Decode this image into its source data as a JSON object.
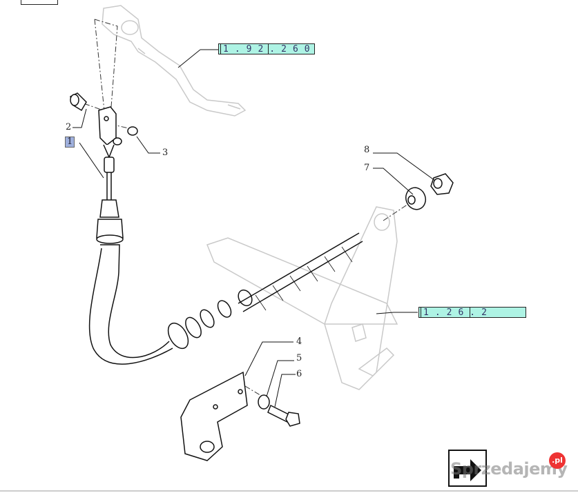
{
  "references": {
    "ref_top": "1.92.260",
    "ref_right": "1.26.2"
  },
  "callouts": {
    "c1": "1",
    "c2": "2",
    "c3": "3",
    "c4": "4",
    "c5": "5",
    "c6": "6",
    "c7": "7",
    "c8": "8"
  },
  "watermark": {
    "text": "Sprzedajemy",
    "suffix": ".pl"
  },
  "colors": {
    "ref_fill": "#aef3e4",
    "selected_callout": "#9fb0dd",
    "ghost_lines": "#c9c9c9",
    "part_lines": "#111111"
  }
}
